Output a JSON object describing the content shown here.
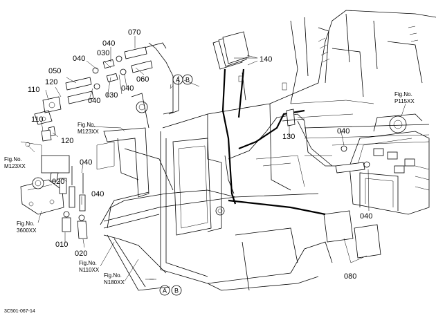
{
  "labels": {
    "p070": "070",
    "p040a": "040",
    "p030a": "030",
    "p040b": "040",
    "p050": "050",
    "p040c": "040",
    "p060": "060",
    "p120a": "120",
    "p110a": "110",
    "p040d": "040",
    "p030b": "030",
    "p110b": "110",
    "p120b": "120",
    "p040e": "040",
    "p020a": "020",
    "p040f": "040",
    "p010": "010",
    "p020b": "020",
    "p140": "140",
    "p130": "130",
    "p040g": "040",
    "p040h": "040",
    "p080": "080"
  },
  "figrefs": {
    "m123_upper": [
      "Fig.No.",
      "M123XX"
    ],
    "m123_left": [
      "Fig.No.",
      "M123XX"
    ],
    "f3600": [
      "Fig.No.",
      "3600XX"
    ],
    "n110": [
      "Fig.No.",
      "N110XX"
    ],
    "n180": [
      "Fig.No.",
      "N180XX"
    ],
    "p115": [
      "Fig.No.",
      "P115XX"
    ]
  },
  "connectors": {
    "a": "A",
    "b": "B"
  },
  "drawing_code": "3C501-067-14"
}
